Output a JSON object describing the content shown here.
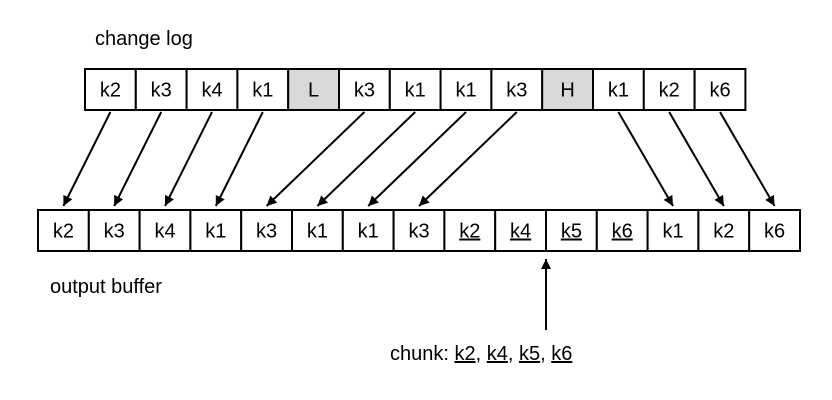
{
  "labels": {
    "change_log": "change log",
    "output_buffer": "output buffer",
    "chunk_prefix": "chunk: ",
    "chunk_separator": ", "
  },
  "change_log": [
    {
      "text": "k2",
      "highlight": false
    },
    {
      "text": "k3",
      "highlight": false
    },
    {
      "text": "k4",
      "highlight": false
    },
    {
      "text": "k1",
      "highlight": false
    },
    {
      "text": "L",
      "highlight": true
    },
    {
      "text": "k3",
      "highlight": false
    },
    {
      "text": "k1",
      "highlight": false
    },
    {
      "text": "k1",
      "highlight": false
    },
    {
      "text": "k3",
      "highlight": false
    },
    {
      "text": "H",
      "highlight": true
    },
    {
      "text": "k1",
      "highlight": false
    },
    {
      "text": "k2",
      "highlight": false
    },
    {
      "text": "k6",
      "highlight": false
    }
  ],
  "output_buffer": [
    {
      "text": "k2",
      "underline": false
    },
    {
      "text": "k3",
      "underline": false
    },
    {
      "text": "k4",
      "underline": false
    },
    {
      "text": "k1",
      "underline": false
    },
    {
      "text": "k3",
      "underline": false
    },
    {
      "text": "k1",
      "underline": false
    },
    {
      "text": "k1",
      "underline": false
    },
    {
      "text": "k3",
      "underline": false
    },
    {
      "text": "k2",
      "underline": true
    },
    {
      "text": "k4",
      "underline": true
    },
    {
      "text": "k5",
      "underline": true
    },
    {
      "text": "k6",
      "underline": true
    },
    {
      "text": "k1",
      "underline": false
    },
    {
      "text": "k2",
      "underline": false
    },
    {
      "text": "k6",
      "underline": false
    }
  ],
  "arrows": [
    {
      "from": 0,
      "to": 0
    },
    {
      "from": 1,
      "to": 1
    },
    {
      "from": 2,
      "to": 2
    },
    {
      "from": 3,
      "to": 3
    },
    {
      "from": 5,
      "to": 4
    },
    {
      "from": 6,
      "to": 5
    },
    {
      "from": 7,
      "to": 6
    },
    {
      "from": 8,
      "to": 7
    },
    {
      "from": 10,
      "to": 12
    },
    {
      "from": 11,
      "to": 13
    },
    {
      "from": 12,
      "to": 14
    }
  ],
  "chunk_keys": [
    "k2",
    "k4",
    "k5",
    "k6"
  ],
  "chunk_pointer_target": 10,
  "colors": {
    "highlight_fill": "#d9d9d9",
    "cell_fill": "#ffffff",
    "stroke": "#000000"
  }
}
